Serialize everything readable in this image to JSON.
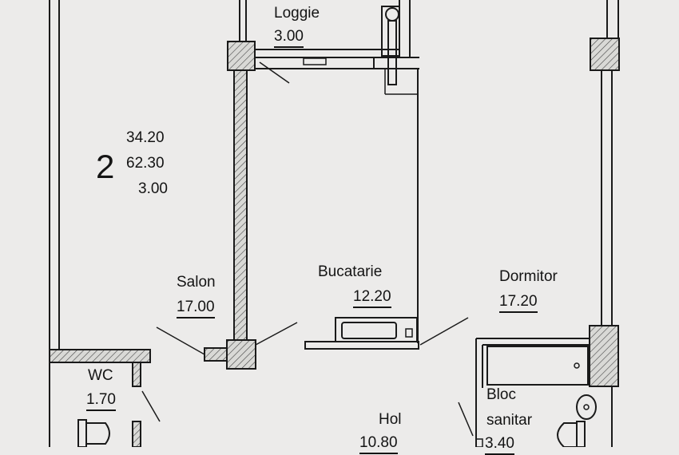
{
  "summary": {
    "rooms_count": "2",
    "values": [
      "34.20",
      "62.30",
      "3.00"
    ]
  },
  "rooms": {
    "loggie": {
      "name": "Loggie",
      "area": "3.00"
    },
    "salon": {
      "name": "Salon",
      "area": "17.00"
    },
    "bucatarie": {
      "name": "Bucatarie",
      "area": "12.20"
    },
    "dormitor": {
      "name": "Dormitor",
      "area": "17.20"
    },
    "wc": {
      "name": "WC",
      "area": "1.70"
    },
    "hol": {
      "name": "Hol",
      "area": "10.80"
    },
    "bloc_sanitar": {
      "name_line1": "Bloc",
      "name_line2": "sanitar",
      "area": "3.40"
    }
  },
  "colors": {
    "background": "#ecebea",
    "line": "#1a1a1a",
    "hatch_fill": "#d9d9d6"
  }
}
